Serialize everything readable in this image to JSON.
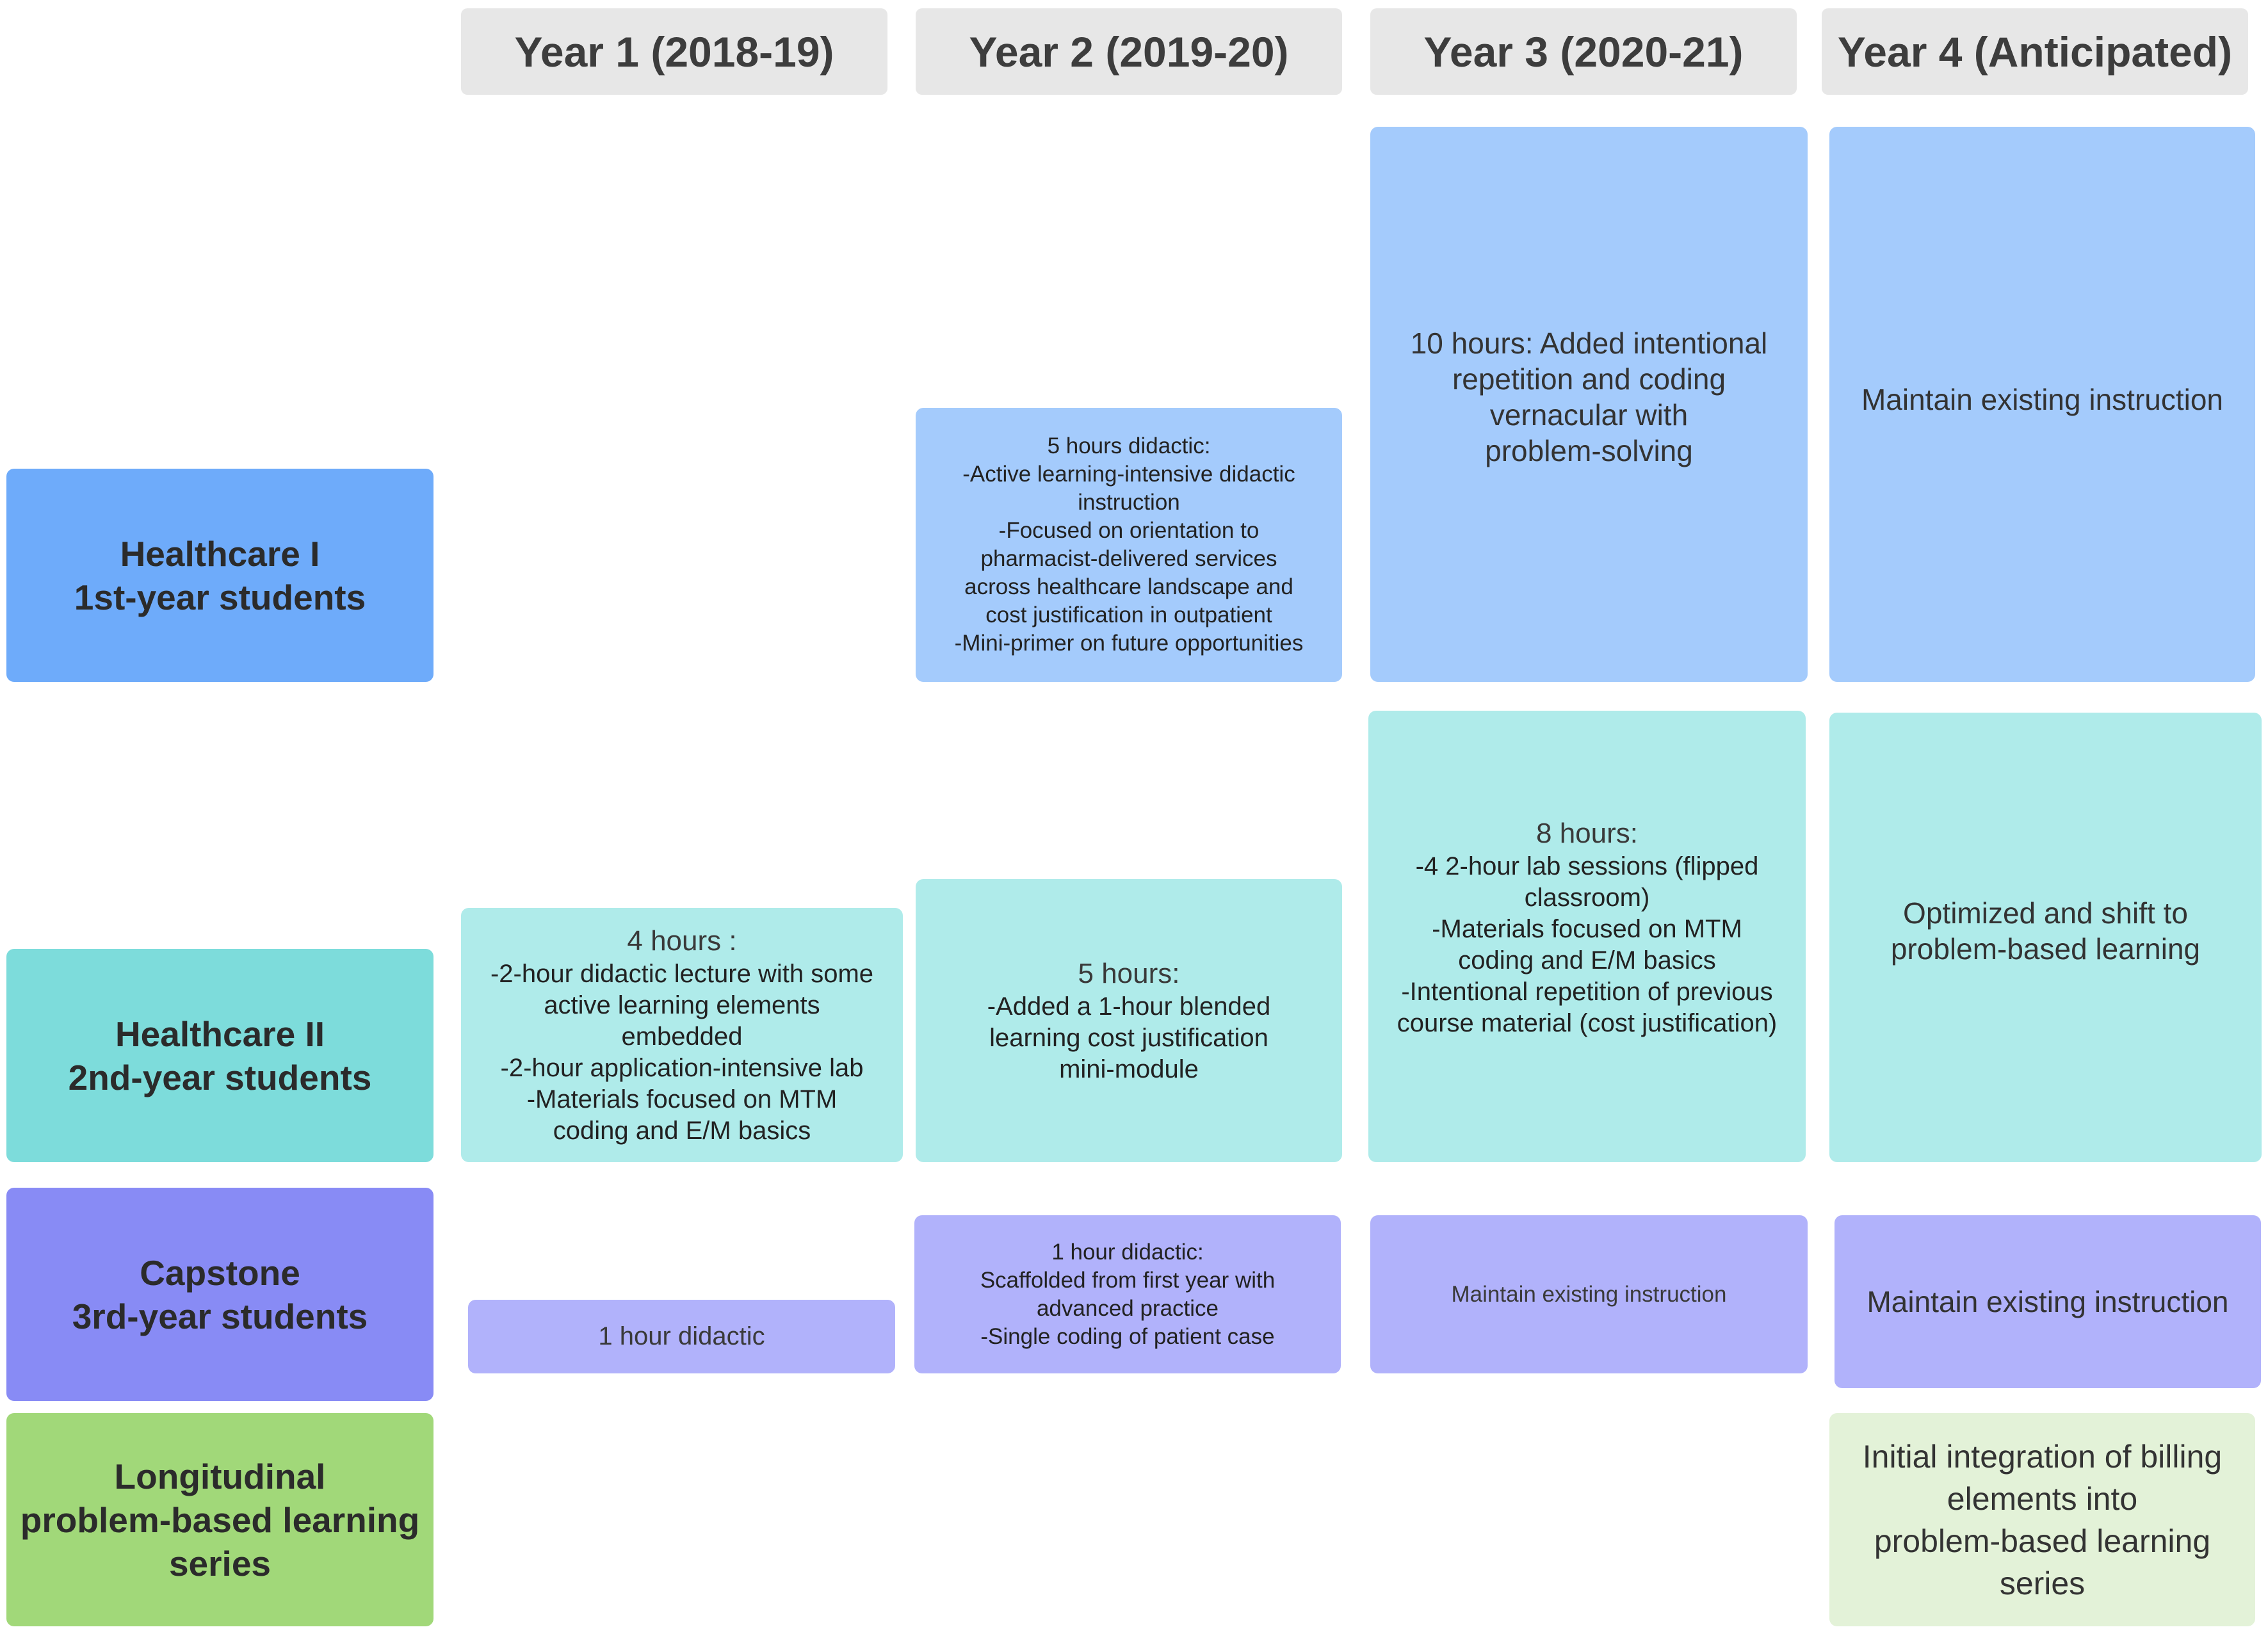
{
  "headers": [
    "Year 1 (2018-19)",
    "Year 2 (2019-20)",
    "Year 3 (2020-21)",
    "Year 4 (Anticipated)"
  ],
  "rows": {
    "healthcare_1": [
      "Healthcare I",
      "1st-year students"
    ],
    "healthcare_2": [
      "Healthcare II",
      "2nd-year students"
    ],
    "capstone": [
      "Capstone",
      "3rd-year students"
    ],
    "longitudinal": [
      "Longitudinal",
      "problem-based learning",
      "series"
    ]
  },
  "cells": {
    "h1_y2": [
      "5 hours didactic:",
      "-Active learning-intensive didactic",
      "instruction",
      "-Focused on orientation to",
      "pharmacist-delivered services",
      "across healthcare landscape and",
      "cost justification in outpatient",
      "-Mini-primer on future opportunities"
    ],
    "h1_y3": [
      "10 hours: Added intentional",
      "repetition and coding",
      "vernacular with",
      "problem-solving"
    ],
    "h1_y4": [
      "Maintain existing instruction"
    ],
    "h2_y1": [
      "4 hours :",
      "-2-hour didactic lecture with some",
      "active learning elements",
      "embedded",
      "-2-hour application-intensive lab",
      "-Materials  focused on MTM",
      "coding and E/M basics"
    ],
    "h2_y2": [
      "5 hours:",
      "-Added a 1-hour blended",
      "learning cost justification",
      "mini-module"
    ],
    "h2_y3": [
      "8 hours:",
      "-4 2-hour lab sessions (flipped",
      "classroom)",
      "-Materials  focused on MTM",
      "coding and E/M basics",
      "-Intentional repetition of previous",
      "course material (cost justification)"
    ],
    "h2_y4": [
      "Optimized and shift to",
      "problem-based learning"
    ],
    "cap_y1": [
      "1 hour didactic"
    ],
    "cap_y2": [
      "1 hour didactic:",
      "Scaffolded from first year with",
      "advanced practice",
      "-Single coding of patient case"
    ],
    "cap_y3": [
      "Maintain existing instruction"
    ],
    "cap_y4": [
      "Maintain existing instruction"
    ],
    "long_y4": [
      "Initial integration of billing",
      "elements into",
      "problem-based learning",
      "series"
    ]
  }
}
